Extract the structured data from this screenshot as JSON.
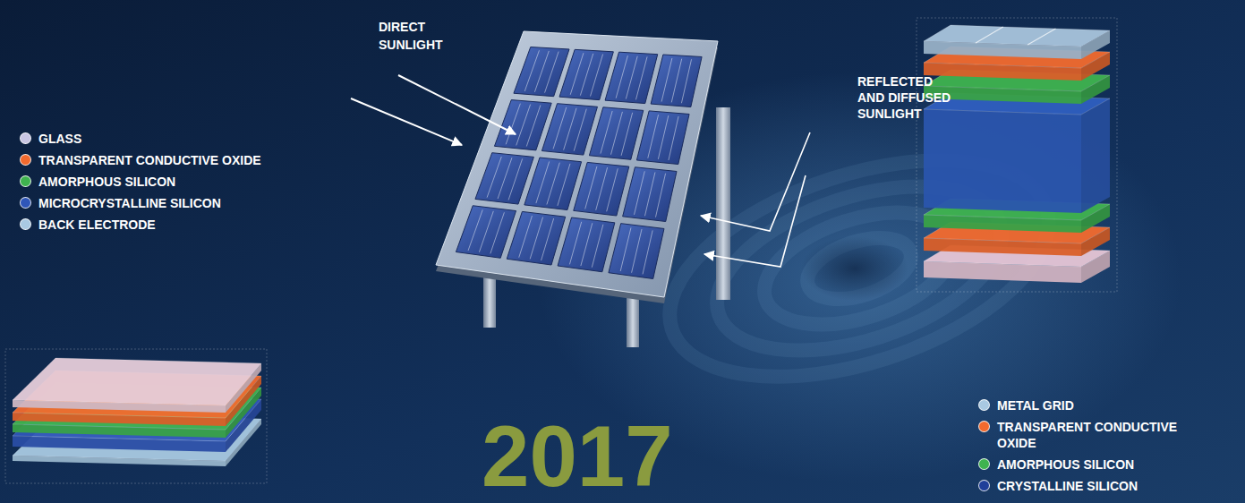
{
  "diagram": {
    "labels": [
      "DIRECT SUNLIGHT",
      "REFLECTED AND DIFFUSED SUNLIGHT",
      "2017"
    ],
    "legend": [
      {
        "text": "GLASS",
        "color": "#c9c6e3"
      },
      {
        "text": "TRANSPARENT CONDUCTIVE OXIDE",
        "color": "#f26a2e"
      },
      {
        "text": "AMORPHOUS SILICON",
        "color": "#3fb34f"
      },
      {
        "text": "MICROCRYSTALLINE SILICON",
        "color": "#2f56b8"
      },
      {
        "text": "BACK ELECTRODE",
        "color": "#a9c9e2"
      },
      {
        "text": "METAL GRID",
        "color": "#a9c9e2"
      },
      {
        "text": "TRANSPARENT CONDUCTIVE OXIDE",
        "color": "#f26a2e"
      },
      {
        "text": "AMORPHOUS SILICON",
        "color": "#3fb34f"
      },
      {
        "text": "CRYSTALLINE SILICON",
        "color": "#1f3f99"
      }
    ]
  }
}
